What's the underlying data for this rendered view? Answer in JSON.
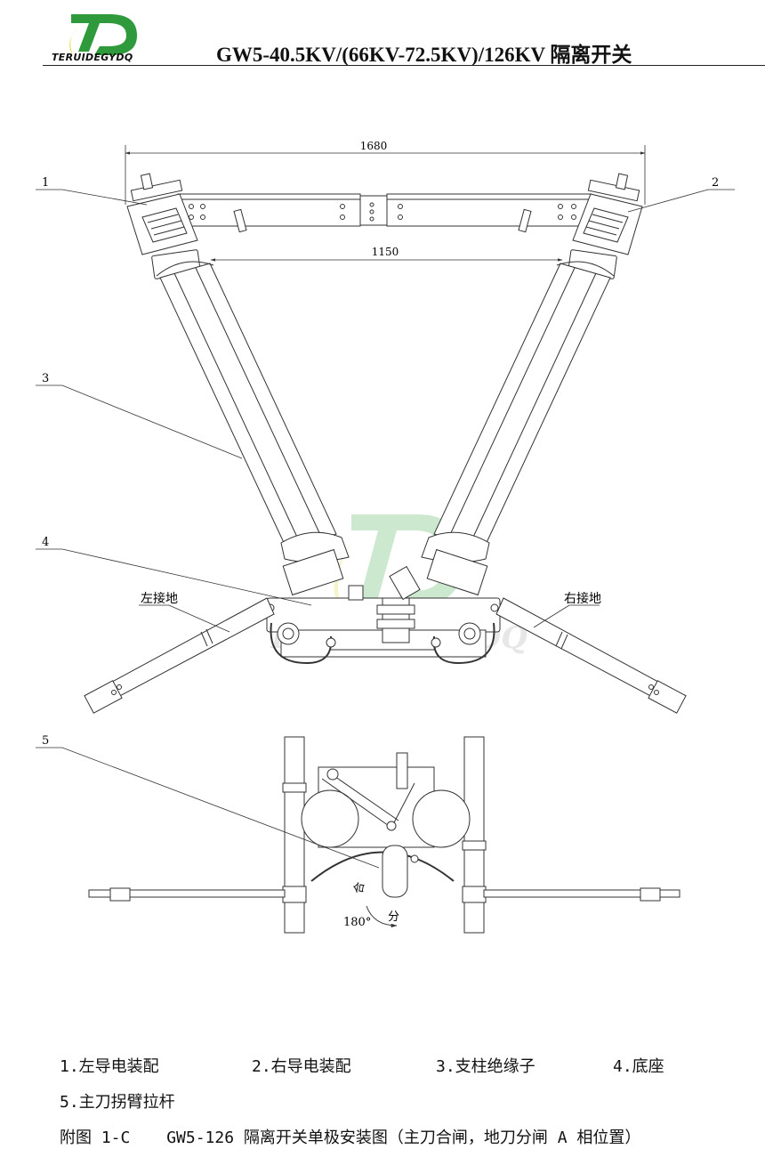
{
  "header": {
    "logo_text": "TERUIDEGYDQ",
    "title": "GW5-40.5KV/(66KV-72.5KV)/126KV 隔离开关"
  },
  "drawing": {
    "dim_overall": "1680",
    "dim_inner": "1150",
    "callouts": [
      "1",
      "2",
      "3",
      "4",
      "5"
    ],
    "left_ground_label": "左接地",
    "right_ground_label": "右接地",
    "close_label": "合",
    "open_label": "分",
    "rotation_label": "180°",
    "watermark_text": "TERUIDEGYDQ"
  },
  "legend": [
    "1.左导电装配",
    "2.右导电装配",
    "3.支柱绝缘子",
    "4.底座",
    "5.主刀拐臂拉杆"
  ],
  "caption": {
    "figure_no": "附图 1-C",
    "text": "GW5-126 隔离开关单极安装图（主刀合闸，地刀分闸 A 相位置）"
  },
  "colors": {
    "logo_green": "#2e9a3c",
    "logo_yellow": "#e6d63a",
    "line": "#333333"
  }
}
